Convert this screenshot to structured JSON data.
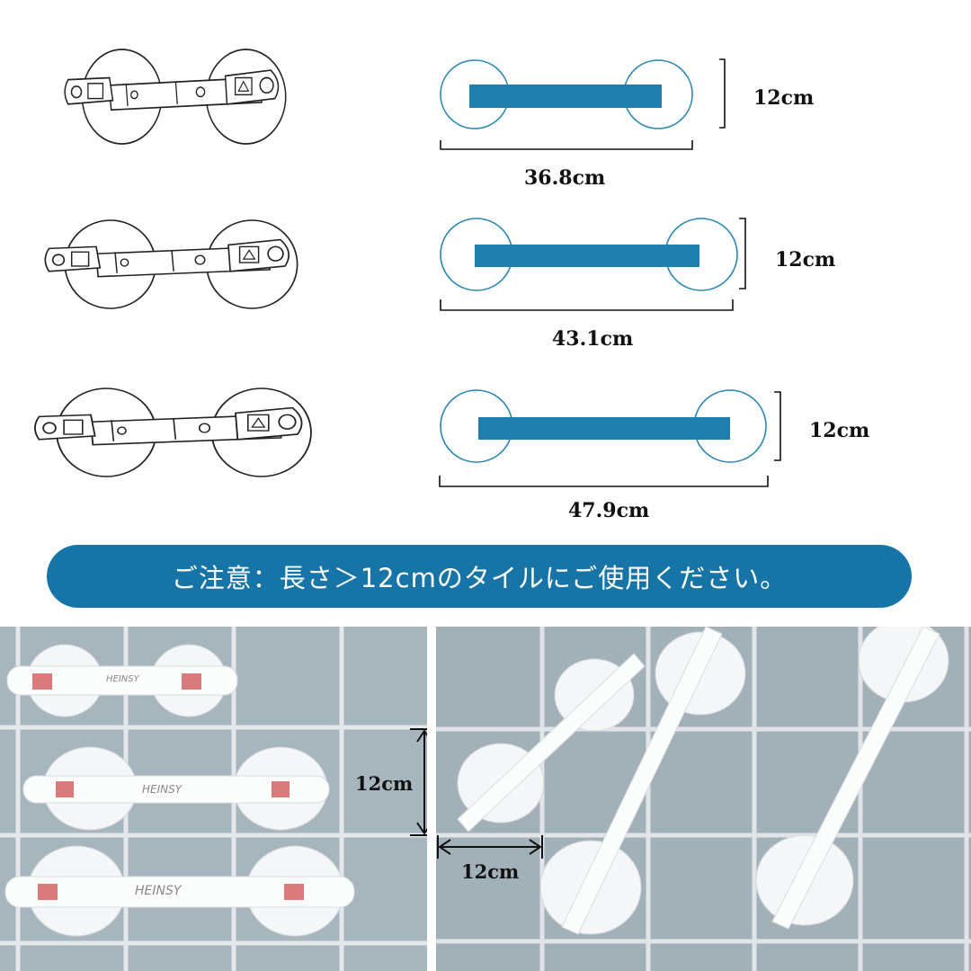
{
  "diagram": {
    "rows": [
      {
        "width_label": "36.8cm",
        "height_label": "12cm"
      },
      {
        "width_label": "43.1cm",
        "height_label": "12cm"
      },
      {
        "width_label": "47.9cm",
        "height_label": "12cm"
      }
    ]
  },
  "notice": {
    "text": "ご注意：長さ＞12cmのタイルにご使用ください。"
  },
  "photos": {
    "brand": "HEINSY",
    "left_measure": "12cm",
    "right_measure": "12cm"
  },
  "colors": {
    "accent": "#1675a6",
    "bar": "#1e7fae",
    "cup_outline": "#2a86b4",
    "tile": "#a7b5bd",
    "grout": "#e3e8ea"
  }
}
